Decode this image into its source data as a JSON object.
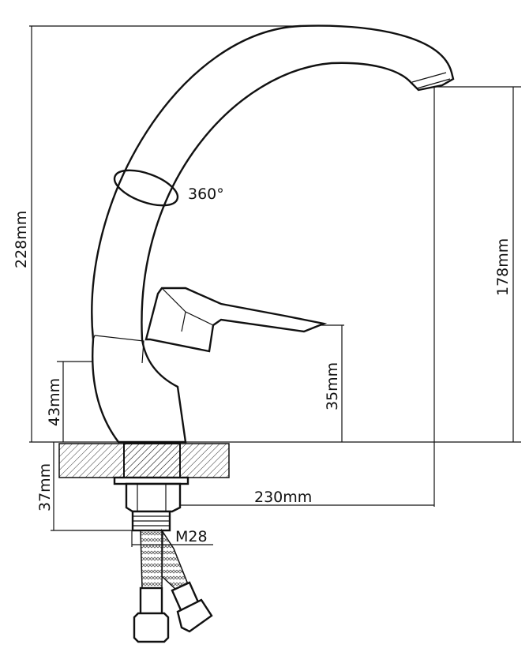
{
  "drawing": {
    "title": "Single-lever swivel-spout faucet dimension drawing",
    "dimensions": {
      "total_height": "228mm",
      "spout_height": "178mm",
      "lever_height": "35mm",
      "body_height": "43mm",
      "under_counter": "37mm",
      "reach": "230mm",
      "thread": "M28",
      "rotation": "360°"
    },
    "colors": {
      "line": "#111111",
      "background": "#ffffff"
    }
  }
}
